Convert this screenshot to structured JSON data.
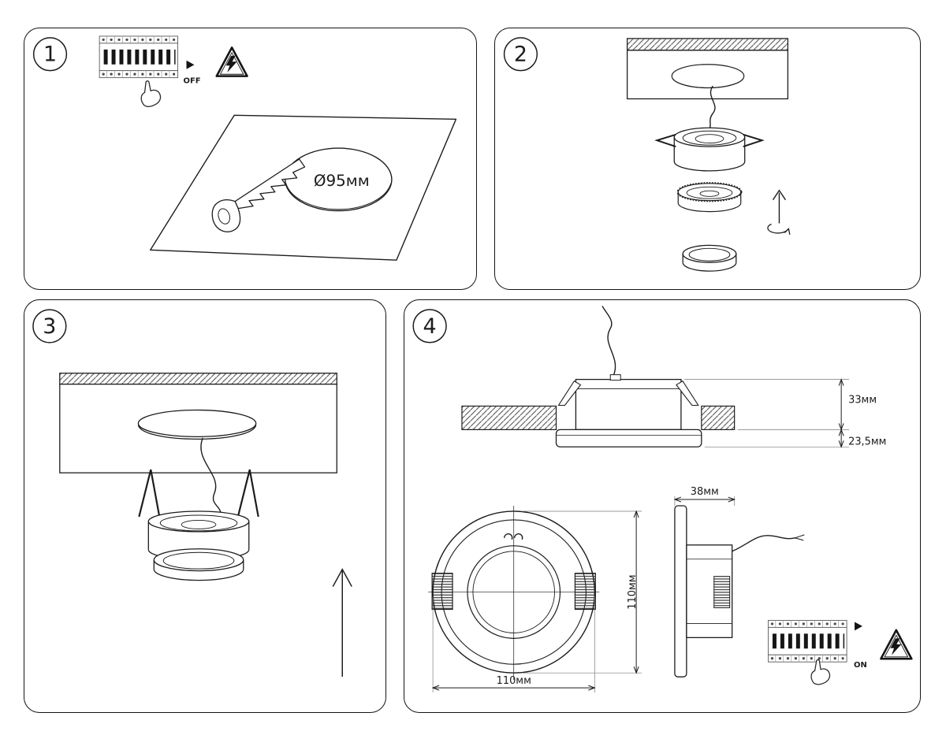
{
  "meta": {
    "line_color": "#1c1c1c",
    "background_color": "#ffffff"
  },
  "steps": {
    "step1": {
      "number": "1",
      "breaker_label": "OFF",
      "hole_diameter": "Ø95мм"
    },
    "step2": {
      "number": "2"
    },
    "step3": {
      "number": "3"
    },
    "step4": {
      "number": "4",
      "recess_height": "33мм",
      "visible_height": "23,5мм",
      "body_depth": "38мм",
      "width": "110мм",
      "height": "110мм",
      "breaker_label": "ON"
    }
  }
}
